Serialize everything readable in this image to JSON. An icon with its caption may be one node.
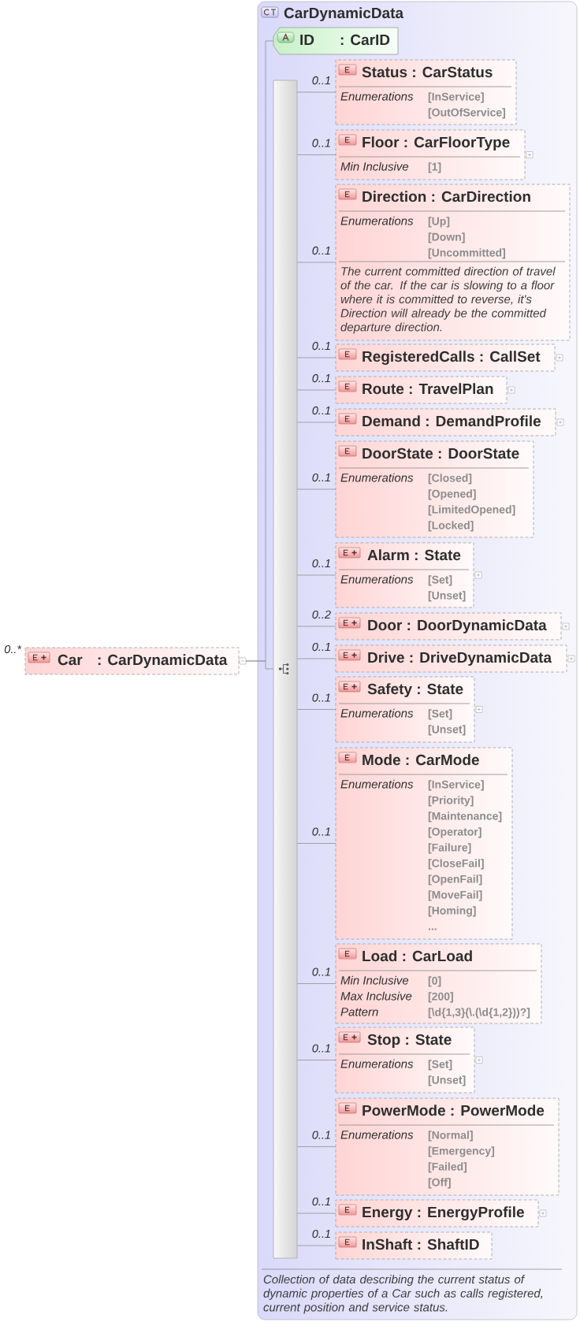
{
  "diagram": {
    "nodes": [
      {
        "text": [
          "Car",
          ": CarDynamicData"
        ],
        "beside": [
          "0..*"
        ]
      },
      {
        "text": [
          "CarDynamicData",
          "Collection of data describing the current status of dynamic properties of a Car such as calls registered, current position and service status."
        ]
      },
      {
        "text": [
          "ID",
          ": CarID"
        ],
        "in": 1
      },
      {
        "text": [],
        "shape": "bar",
        "in": 1
      },
      {
        "text": [
          "Status : CarStatus",
          "Enumerations",
          "[InService]",
          "[OutOfService]"
        ],
        "in": 1
      },
      {
        "text": [
          "Floor : CarFloorType",
          "Min Inclusive",
          "[1]"
        ],
        "in": 1
      },
      {
        "text": [
          "Direction : CarDirection",
          "Enumerations",
          "[Up]",
          "[Down]",
          "[Uncommitted]",
          "The current committed direction of travel of the car. If the car is slowing to a floor where it is committed to reverse, it's Direction will already be the committed departure direction."
        ],
        "in": 1
      },
      {
        "text": [
          "RegisteredCalls : CallSet"
        ],
        "in": 1
      },
      {
        "text": [
          "Route : TravelPlan"
        ],
        "in": 1
      },
      {
        "text": [
          "Demand : DemandProfile"
        ],
        "in": 1
      },
      {
        "text": [
          "DoorState : DoorState",
          "Enumerations",
          "[Closed]",
          "[Opened]",
          "[LimitedOpened]",
          "[Locked]"
        ],
        "in": 1
      },
      {
        "text": [
          "Alarm : State",
          "Enumerations",
          "[Set]",
          "[Unset]"
        ],
        "in": 1
      },
      {
        "text": [
          "Door : DoorDynamicData"
        ],
        "in": 1
      },
      {
        "text": [
          "Drive : DriveDynamicData"
        ],
        "in": 1
      },
      {
        "text": [
          "Safety : State",
          "Enumerations",
          "[Set]",
          "[Unset]"
        ],
        "in": 1
      },
      {
        "text": [
          "Mode : CarMode",
          "Enumerations",
          "[InService]",
          "[Priority]",
          "[Maintenance]",
          "[Operator]",
          "[Failure]",
          "[CloseFail]",
          "[OpenFail]",
          "[MoveFail]",
          "[Homing]",
          "..."
        ],
        "in": 1
      },
      {
        "text": [
          "Load : CarLoad",
          "Min Inclusive",
          "[0]",
          "Max Inclusive",
          "[200]",
          "Pattern",
          "[\\d{1,3}(\\.(\\d{1,2}))?]"
        ],
        "in": 1
      },
      {
        "text": [
          "Stop : State",
          "Enumerations",
          "[Set]",
          "[Unset]"
        ],
        "in": 1
      },
      {
        "text": [
          "PowerMode : PowerMode",
          "Enumerations",
          "[Normal]",
          "[Emergency]",
          "[Failed]",
          "[Off]"
        ],
        "in": 1
      },
      {
        "text": [
          "Energy : EnergyProfile"
        ],
        "in": 1
      },
      {
        "text": [
          "InShaft : ShaftID"
        ],
        "in": 1
      }
    ],
    "edges": [
      {
        "from": 0,
        "to": 2,
        "arrow": "none"
      },
      {
        "from": 0,
        "to": 3,
        "arrow": "none"
      },
      {
        "from": 3,
        "to": 4,
        "arrow": "none",
        "label": "0..1"
      },
      {
        "from": 3,
        "to": 5,
        "arrow": "none",
        "label": "0..1"
      },
      {
        "from": 3,
        "to": 6,
        "arrow": "none",
        "label": "0..1"
      },
      {
        "from": 3,
        "to": 7,
        "arrow": "none",
        "label": "0..1"
      },
      {
        "from": 3,
        "to": 8,
        "arrow": "none",
        "label": "0..1"
      },
      {
        "from": 3,
        "to": 9,
        "arrow": "none",
        "label": "0..1"
      },
      {
        "from": 3,
        "to": 10,
        "arrow": "none",
        "label": "0..1"
      },
      {
        "from": 3,
        "to": 11,
        "arrow": "none",
        "label": "0..1"
      },
      {
        "from": 3,
        "to": 12,
        "arrow": "none",
        "label": "0..2"
      },
      {
        "from": 3,
        "to": 13,
        "arrow": "none",
        "label": "0..1"
      },
      {
        "from": 3,
        "to": 14,
        "arrow": "none",
        "label": "0..1"
      },
      {
        "from": 3,
        "to": 15,
        "arrow": "none",
        "label": "0..1"
      },
      {
        "from": 3,
        "to": 16,
        "arrow": "none",
        "label": "0..1"
      },
      {
        "from": 3,
        "to": 17,
        "arrow": "none",
        "label": "0..1"
      },
      {
        "from": 3,
        "to": 18,
        "arrow": "none",
        "label": "0..1"
      },
      {
        "from": 3,
        "to": 19,
        "arrow": "none",
        "label": "0..1"
      },
      {
        "from": 3,
        "to": 20,
        "arrow": "none",
        "label": "0..1"
      }
    ]
  }
}
